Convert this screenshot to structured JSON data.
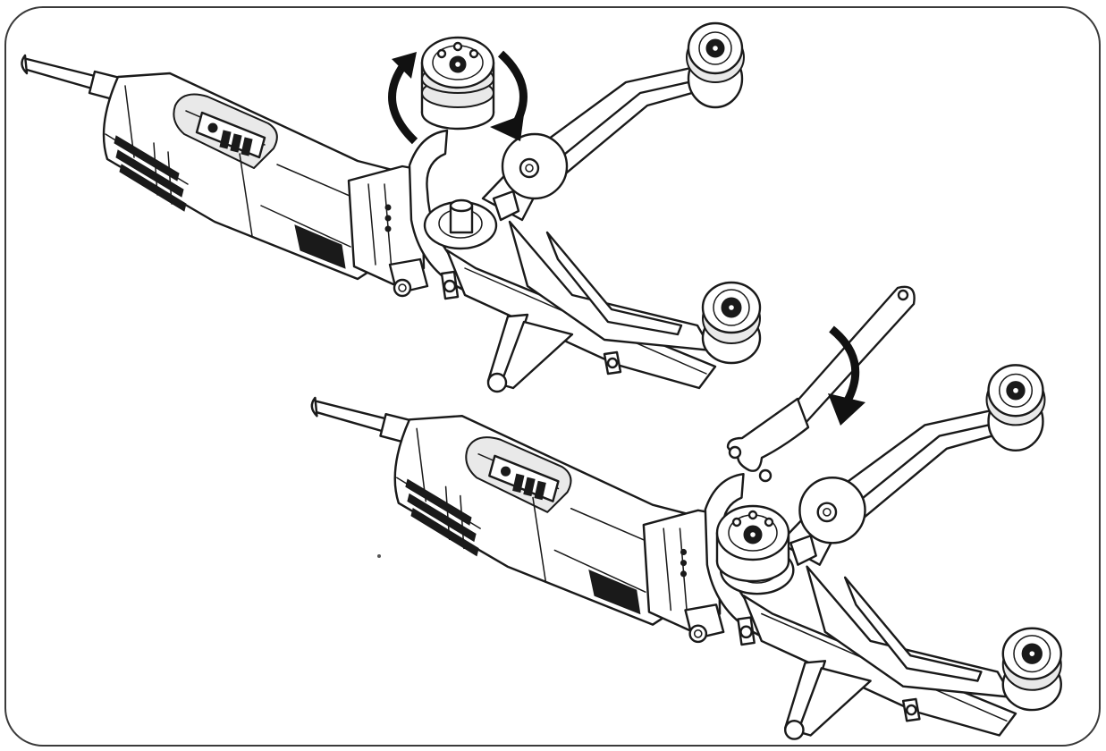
{
  "figure": {
    "frame": "rounded-rectangle",
    "palette": {
      "line": "#1a1a1a",
      "background": "#ffffff",
      "arrow": "#111111"
    },
    "panels": [
      {
        "id": "step-1",
        "action": "rotate-drive-wheel",
        "arrow_icon": "rotation-arrows-icon"
      },
      {
        "id": "step-2",
        "action": "tighten-with-pin-wrench",
        "arrow_icon": "curved-down-arrow-icon",
        "tool_icon": "pin-wrench-icon"
      }
    ]
  }
}
